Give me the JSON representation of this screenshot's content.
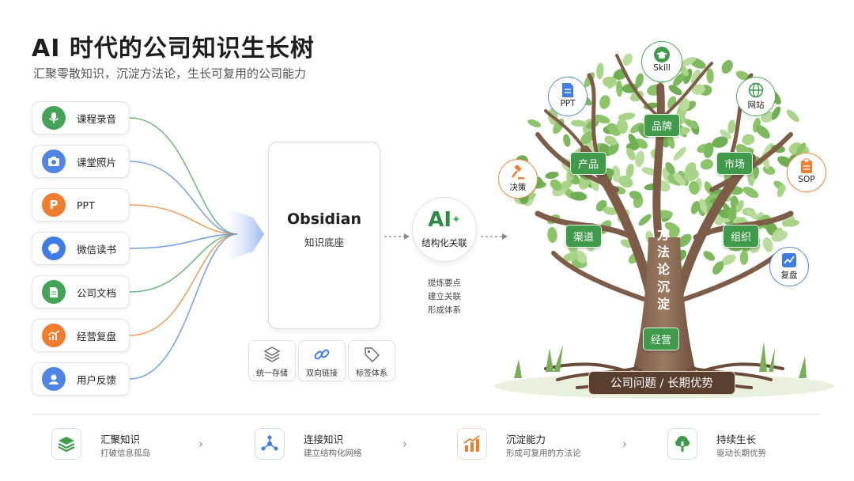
{
  "header": {
    "title": "AI 时代的公司知识生长树",
    "subtitle": "汇聚零散知识，沉淀方法论，生长可复用的公司能力"
  },
  "sources": [
    {
      "label": "课程录音",
      "icon": "microphone-icon",
      "color": "#43a357"
    },
    {
      "label": "课堂照片",
      "icon": "camera-icon",
      "color": "#4f86e6"
    },
    {
      "label": "PPT",
      "icon": "ppt-letter-icon",
      "color": "#f07d2e"
    },
    {
      "label": "微信读书",
      "icon": "chat-bubble-icon",
      "color": "#3e7de6"
    },
    {
      "label": "公司文档",
      "icon": "document-icon",
      "color": "#43a357"
    },
    {
      "label": "经营复盘",
      "icon": "trend-chart-icon",
      "color": "#f07d2e"
    },
    {
      "label": "用户反馈",
      "icon": "user-icon",
      "color": "#4f86e6"
    }
  ],
  "hub": {
    "name": "Obsidian",
    "sub": "知识底座",
    "features": [
      {
        "label": "统一存储",
        "icon": "layers-icon"
      },
      {
        "label": "双向链接",
        "icon": "link-icon"
      },
      {
        "label": "标签体系",
        "icon": "tag-icon"
      }
    ]
  },
  "ai": {
    "big": "AI",
    "label": "结构化关联",
    "notes": [
      "提炼要点",
      "建立关联",
      "形成体系"
    ]
  },
  "tree": {
    "bubbles": [
      {
        "label": "Skill",
        "icon": "graduation-cap-icon"
      },
      {
        "label": "PPT",
        "icon": "ppt-file-icon"
      },
      {
        "label": "网站",
        "icon": "globe-icon"
      },
      {
        "label": "决策",
        "icon": "gavel-icon"
      },
      {
        "label": "SOP",
        "icon": "clipboard-icon"
      },
      {
        "label": "复盘",
        "icon": "chart-up-icon"
      }
    ],
    "signs": [
      "品牌",
      "产品",
      "市场",
      "渠道",
      "组织",
      "经营"
    ],
    "trunk": "方法论沉淀",
    "base": "公司问题 / 长期优势"
  },
  "steps": [
    {
      "title": "汇聚知识",
      "desc": "打破信息孤岛",
      "icon": "stack-icon"
    },
    {
      "title": "连接知识",
      "desc": "建立结构化网络",
      "icon": "network-icon"
    },
    {
      "title": "沉淀能力",
      "desc": "形成可复用的方法论",
      "icon": "bar-growth-icon"
    },
    {
      "title": "持续生长",
      "desc": "驱动长期优势",
      "icon": "tree-icon"
    }
  ]
}
